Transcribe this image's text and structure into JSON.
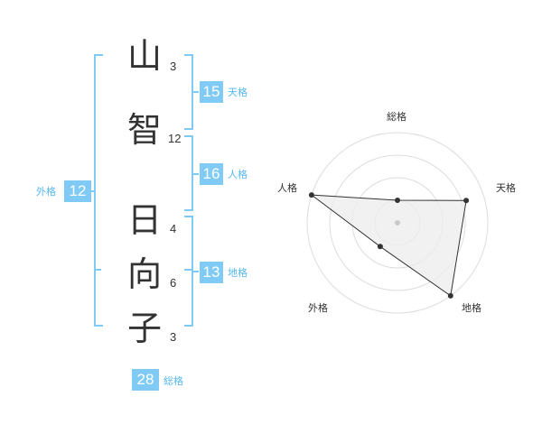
{
  "name": {
    "chars": [
      {
        "char": "山",
        "strokes": "3"
      },
      {
        "char": "智",
        "strokes": "12"
      },
      {
        "char": "日",
        "strokes": "4"
      },
      {
        "char": "向",
        "strokes": "6"
      },
      {
        "char": "子",
        "strokes": "3"
      }
    ]
  },
  "grids": {
    "tenkaku": {
      "value": "15",
      "label": "天格"
    },
    "jinkaku": {
      "value": "16",
      "label": "人格"
    },
    "chikaku": {
      "value": "13",
      "label": "地格"
    },
    "gaikaku": {
      "value": "12",
      "label": "外格"
    },
    "soukaku": {
      "value": "28",
      "label": "総格"
    }
  },
  "chart_data": {
    "type": "radar",
    "axes": [
      "総格",
      "天格",
      "地格",
      "外格",
      "人格"
    ],
    "rings": 4,
    "max": 4,
    "values": [
      1,
      3.2,
      4,
      1.3,
      4
    ]
  },
  "colors": {
    "accent": "#7fcbf5",
    "accent_text": "#56b8ee",
    "radar_fill": "#eeeeee",
    "radar_grid": "#dddddd",
    "radar_line": "#333333"
  }
}
